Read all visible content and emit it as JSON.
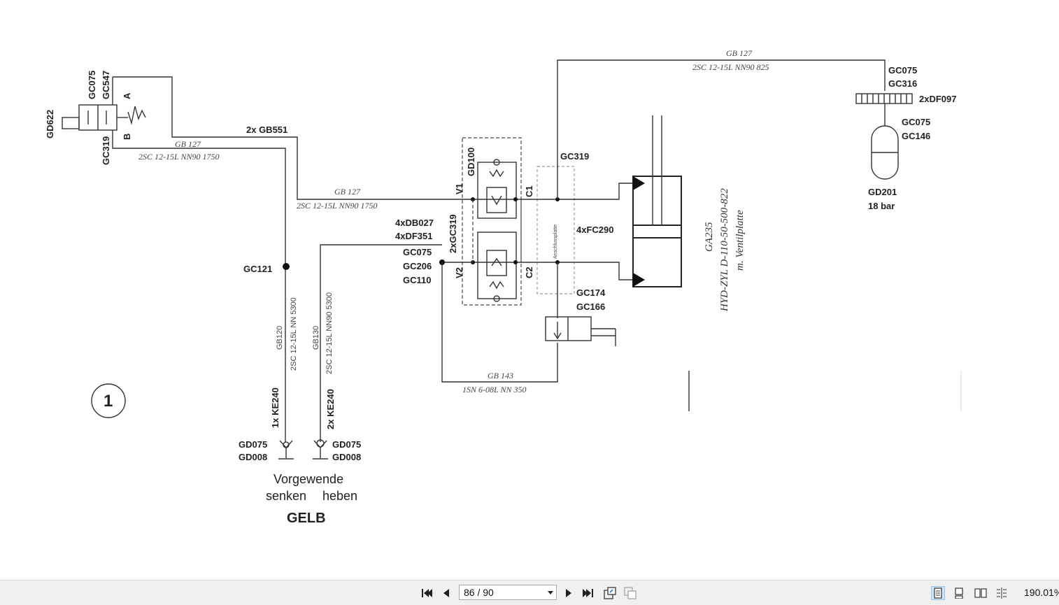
{
  "schematic": {
    "circle_number": "1",
    "pipes": {
      "top_gb": "GB 127",
      "top_spec": "2SC 12-15L NN90 825",
      "left_gb": "GB 127",
      "left_spec": "2SC 12-15L NN90 1750",
      "mid_gb": "GB 127",
      "mid_spec": "2SC 12-15L NN90 1750",
      "bottom_gb": "GB 143",
      "bottom_spec": "1SN 6-08L NN 350",
      "v1_gb": "GB120",
      "v1_spec": "2SC 12-15L NN 5300",
      "v2_gb": "GB130",
      "v2_spec": "2SC 12-15L NN90 5300"
    },
    "labels": {
      "gd622": "GD622",
      "gc075_a": "GC075",
      "gc547": "GC547",
      "port_a": "A",
      "port_b": "B",
      "gc319_left": "GC319",
      "gb551": "2x GB551",
      "gc121": "GC121",
      "db027": "4xDB027",
      "df351": "4xDF351",
      "gc075_b": "GC075",
      "gc206": "GC206",
      "gc110": "GC110",
      "gc319_v": "2xGC319",
      "gd100": "GD100",
      "v1": "V1",
      "v2": "V2",
      "c1": "C1",
      "c2": "C2",
      "gc319_top": "GC319",
      "fc290": "4xFC290",
      "gc174": "GC174",
      "gc166": "GC166",
      "plate": "Anschlussplatte",
      "ga235": "GA235",
      "cyl_name": "HYD-ZYL D-110-50-500-822",
      "cyl_note": "m. Ventilplatte",
      "gc075_r1": "GC075",
      "gc316": "GC316",
      "df097": "2xDF097",
      "gc075_r2": "GC075",
      "gc146": "GC146",
      "gd201": "GD201",
      "pressure": "18 bar",
      "ke240_1": "1x KE240",
      "ke240_2": "2x KE240",
      "gd075_l": "GD075",
      "gd008_l": "GD008",
      "gd075_r": "GD075",
      "gd008_r": "GD008",
      "vorgewende": "Vorgewende",
      "senken": "senken",
      "heben": "heben",
      "gelb": "GELB"
    }
  },
  "toolbar": {
    "page_value": "86 / 90",
    "zoom": "190.01%"
  },
  "icons": {
    "first": "first-page-icon",
    "prev": "prev-page-icon",
    "next": "next-page-icon",
    "last": "last-page-icon",
    "export": "export-icon",
    "import": "import-icon",
    "single": "single-page-view-icon",
    "continuous": "continuous-view-icon",
    "facing": "facing-view-icon",
    "cover": "cover-view-icon"
  },
  "colors": {
    "toolbar_bg": "#f0f0f0",
    "accent": "#cde4f7"
  }
}
